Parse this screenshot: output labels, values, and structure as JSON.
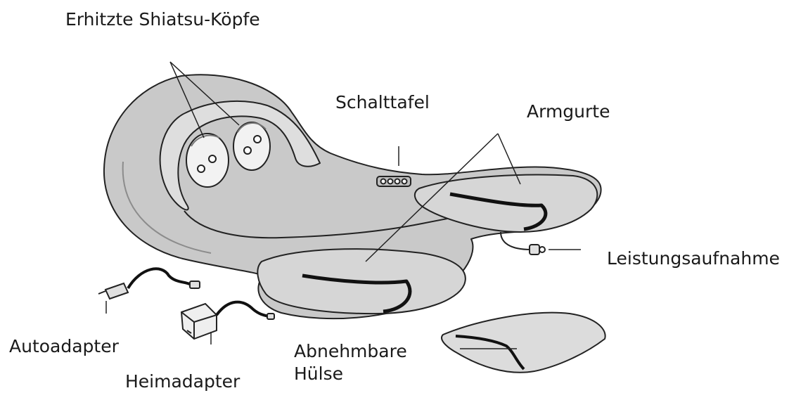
{
  "labels": {
    "heated_heads": "Erhitzte Shiatsu-Köpfe",
    "control_panel": "Schalttafel",
    "arm_straps": "Armgurte",
    "power_input": "Leistungsaufnahme",
    "car_adapter": "Autoadapter",
    "home_adapter": "Heimadapter",
    "sleeve_line1": "Abnehmbare",
    "sleeve_line2": "Hülse"
  },
  "colors": {
    "device_fill": "#c9c9c9",
    "device_light": "#e6e6e6",
    "outline": "#222222",
    "shading": "#8c8c8c"
  }
}
